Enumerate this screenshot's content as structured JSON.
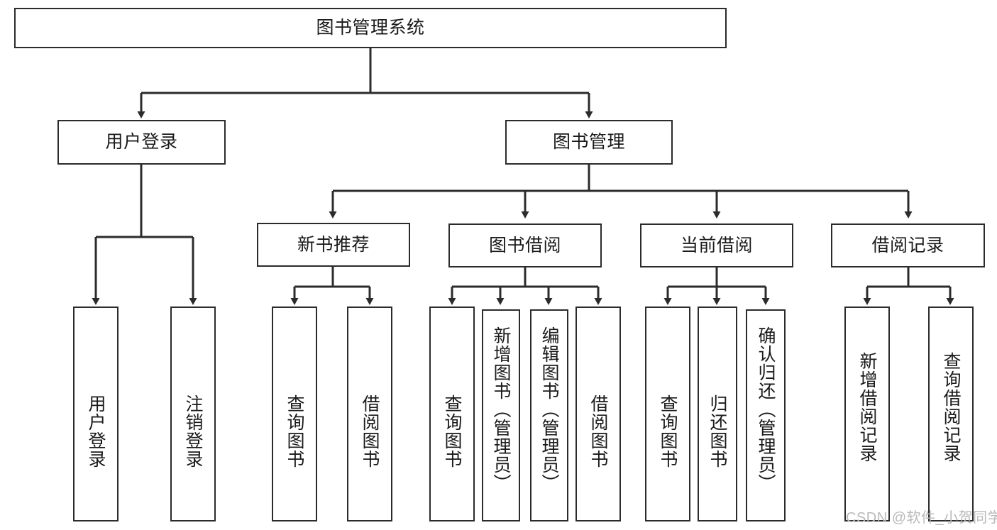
{
  "diagram": {
    "type": "hierarchy-tree",
    "title_node": {
      "label": "图书管理系统"
    },
    "level2": [
      {
        "id": "user-login",
        "label": "用户登录"
      },
      {
        "id": "book-management",
        "label": "图书管理"
      }
    ],
    "level3": [
      {
        "id": "new-book-recommend",
        "label": "新书推荐",
        "parent": "book-management"
      },
      {
        "id": "book-borrow",
        "label": "图书借阅",
        "parent": "book-management"
      },
      {
        "id": "current-borrow",
        "label": "当前借阅",
        "parent": "book-management"
      },
      {
        "id": "borrow-record",
        "label": "借阅记录",
        "parent": "book-management"
      }
    ],
    "leaves": [
      {
        "id": "leaf-user-login",
        "label": "用户登录",
        "parent": "user-login"
      },
      {
        "id": "leaf-logout-login",
        "label": "注销登录",
        "parent": "user-login"
      },
      {
        "id": "leaf-query-book-1",
        "label": "查询图书",
        "parent": "new-book-recommend"
      },
      {
        "id": "leaf-borrow-book-1",
        "label": "借阅图书",
        "parent": "new-book-recommend"
      },
      {
        "id": "leaf-query-book-2",
        "label": "查询图书",
        "parent": "book-borrow"
      },
      {
        "id": "leaf-add-book",
        "label": "新增图书（管理员）",
        "parent": "book-borrow"
      },
      {
        "id": "leaf-edit-book",
        "label": "编辑图书（管理员）",
        "parent": "book-borrow"
      },
      {
        "id": "leaf-borrow-book-2",
        "label": "借阅图书",
        "parent": "book-borrow"
      },
      {
        "id": "leaf-query-book-3",
        "label": "查询图书",
        "parent": "current-borrow"
      },
      {
        "id": "leaf-return-book",
        "label": "归还图书",
        "parent": "current-borrow"
      },
      {
        "id": "leaf-confirm-return",
        "label": "确认归还（管理员）",
        "parent": "current-borrow"
      },
      {
        "id": "leaf-add-record",
        "label": "新增借阅记录",
        "parent": "borrow-record"
      },
      {
        "id": "leaf-query-record",
        "label": "查询借阅记录",
        "parent": "borrow-record"
      }
    ]
  },
  "watermark": {
    "text": "CSDN @软件_小贺同学"
  },
  "colors": {
    "stroke": "#2b2b2b",
    "background": "#ffffff",
    "text": "#1a1a1a",
    "watermark": "#b9b9b9"
  }
}
